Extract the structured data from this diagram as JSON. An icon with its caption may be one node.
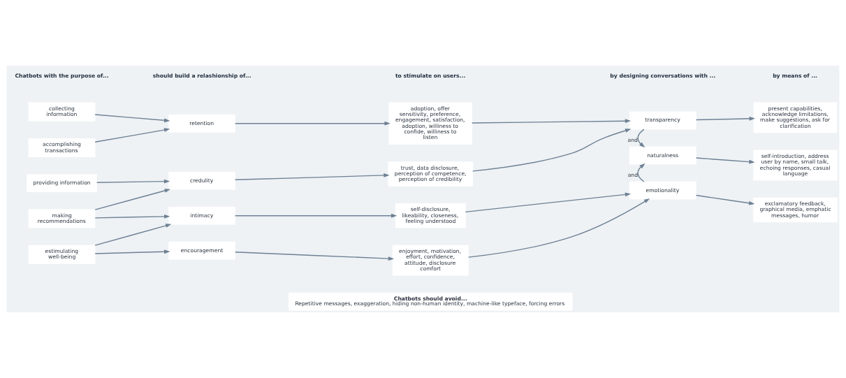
{
  "diagram": {
    "nodes": [
      {
        "text": [
          "collecting information"
        ]
      },
      {
        "text": [
          "accomplishing transactions"
        ]
      },
      {
        "text": [
          "providing information"
        ]
      },
      {
        "text": [
          "making recommendations"
        ]
      },
      {
        "text": [
          "estimulating well-being"
        ]
      },
      {
        "text": [
          "retention"
        ]
      },
      {
        "text": [
          "credulity"
        ]
      },
      {
        "text": [
          "intimacy"
        ]
      },
      {
        "text": [
          "encouragement"
        ]
      },
      {
        "text": [
          "adoption, offer sensitivity, preference, engagement, satisfaction, adoption, williness to confide, williness to listen"
        ]
      },
      {
        "text": [
          "trust, data disclosure, perception of competence, perception of credibility"
        ]
      },
      {
        "text": [
          "self-disclosure, likeability, closeness, feeling understood"
        ]
      },
      {
        "text": [
          "enjoyment, motivation, effort, confidence, attitude, disclosure comfort"
        ]
      },
      {
        "text": [
          "transparency"
        ]
      },
      {
        "text": [
          "naturalness"
        ]
      },
      {
        "text": [
          "emotionality"
        ]
      },
      {
        "text": [
          "present capabilities, acknowledge limitations, make suggestions, ask for clarification"
        ]
      },
      {
        "text": [
          "self-introduction, address user by name, small talk, echoing responses, casual language"
        ]
      },
      {
        "text": [
          "exclamatory feedback, graphical media, emphatic messages, humor"
        ]
      },
      {
        "text": [
          "Chatbots should avoid...",
          "Repetitive messages, exaggeration, hiding non-human identity, machine-like typeface, forcing errors"
        ]
      }
    ],
    "edges": [
      {
        "from": 0,
        "to": 5,
        "arrow": "to"
      },
      {
        "from": 1,
        "to": 5,
        "arrow": "to"
      },
      {
        "from": 2,
        "to": 6,
        "arrow": "to"
      },
      {
        "from": 3,
        "to": 6,
        "arrow": "to"
      },
      {
        "from": 3,
        "to": 7,
        "arrow": "to"
      },
      {
        "from": 4,
        "to": 7,
        "arrow": "to"
      },
      {
        "from": 4,
        "to": 8,
        "arrow": "to"
      },
      {
        "from": 5,
        "to": 9,
        "arrow": "to"
      },
      {
        "from": 6,
        "to": 10,
        "arrow": "to"
      },
      {
        "from": 7,
        "to": 11,
        "arrow": "to"
      },
      {
        "from": 8,
        "to": 12,
        "arrow": "to"
      },
      {
        "from": 9,
        "to": 13,
        "arrow": "to"
      },
      {
        "from": 10,
        "to": 13,
        "arrow": "to"
      },
      {
        "from": 11,
        "to": 15,
        "arrow": "to"
      },
      {
        "from": 12,
        "to": 15,
        "arrow": "to"
      },
      {
        "from": 13,
        "to": 14,
        "label": "and",
        "arrow": "to"
      },
      {
        "from": 15,
        "to": 14,
        "label": "and",
        "arrow": "to"
      },
      {
        "from": 13,
        "to": 16,
        "arrow": "to"
      },
      {
        "from": 14,
        "to": 17,
        "arrow": "to"
      },
      {
        "from": 15,
        "to": 18,
        "arrow": "to"
      }
    ],
    "labels": [
      "Chatbots with the purpose of...",
      "should build a relashionship of...",
      "to stimulate on users...",
      "by designing conversations with ...",
      "by means of ..."
    ]
  }
}
